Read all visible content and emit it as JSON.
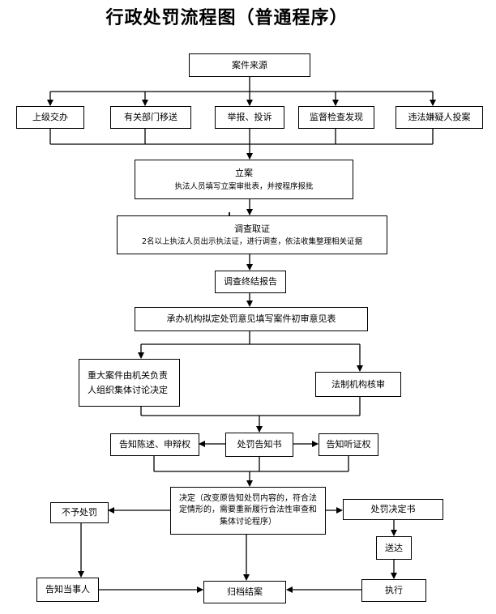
{
  "title": "行政处罚流程图（普通程序）",
  "nodes": {
    "source": "案件来源",
    "superior": "上级交办",
    "dept_transfer": "有关部门移送",
    "report": "举报、投诉",
    "inspection": "监督检查发现",
    "surrender": "违法嫌疑人投案",
    "filing": "立案",
    "filing_note": "执法人员填写立案审批表，并按程序报批",
    "investigation": "调查取证",
    "investigation_note": "2名以上执法人员出示执法证，进行调查，依法收集整理相关证据",
    "report_final": "调查终结报告",
    "opinion": "承办机构拟定处罚意见填写案件初审意见表",
    "major_case_line1": "重大案件由机关负责",
    "major_case_line2": "人组织集体讨论决定",
    "legal_review": "法制机构核审",
    "notify_defense": "告知陈述、申辩权",
    "penalty_notice": "处罚告知书",
    "notify_hearing": "告知听证权",
    "decision": "决定（改变原告知处罚内容的，符合法定情形的，需要重新履行合法性审查和集体讨论程序）",
    "no_penalty": "不予处罚",
    "penalty_decision": "处罚决定书",
    "delivery": "送达",
    "notify_party": "告知当事人",
    "archive": "归档结案",
    "execute": "执行"
  }
}
